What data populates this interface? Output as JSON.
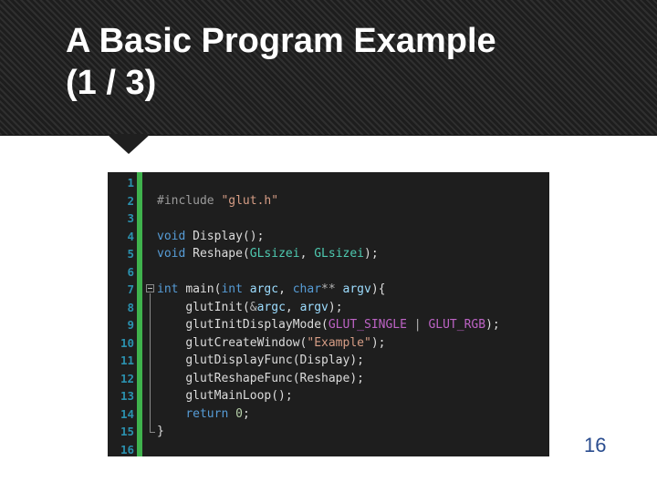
{
  "slide": {
    "title_lines": [
      "A Basic Program Example",
      "(1 / 3)"
    ],
    "page_number": "16"
  },
  "colors": {
    "header_bg": "#222222",
    "code_bg": "#1e1e1e",
    "change_bar": "#3fb24d",
    "line_numbers": "#2b91af",
    "page_number": "#2a4d8f"
  },
  "code": {
    "language": "C",
    "line_numbers": [
      "1",
      "2",
      "3",
      "4",
      "5",
      "6",
      "7",
      "8",
      "9",
      "10",
      "11",
      "12",
      "13",
      "14",
      "15",
      "16"
    ],
    "lines": [
      [],
      [
        {
          "t": "pre",
          "v": "#include "
        },
        {
          "t": "str",
          "v": "\"glut.h\""
        }
      ],
      [],
      [
        {
          "t": "kw",
          "v": "void"
        },
        {
          "t": "pl",
          "v": " "
        },
        {
          "t": "fn",
          "v": "Display"
        },
        {
          "t": "pl",
          "v": "();"
        }
      ],
      [
        {
          "t": "kw",
          "v": "void"
        },
        {
          "t": "pl",
          "v": " "
        },
        {
          "t": "fn",
          "v": "Reshape"
        },
        {
          "t": "pl",
          "v": "("
        },
        {
          "t": "type",
          "v": "GLsizei"
        },
        {
          "t": "pl",
          "v": ", "
        },
        {
          "t": "type",
          "v": "GLsizei"
        },
        {
          "t": "pl",
          "v": ");"
        }
      ],
      [],
      [
        {
          "t": "kw",
          "v": "int"
        },
        {
          "t": "pl",
          "v": " "
        },
        {
          "t": "fn",
          "v": "main"
        },
        {
          "t": "pl",
          "v": "("
        },
        {
          "t": "kw",
          "v": "int"
        },
        {
          "t": "pl",
          "v": " "
        },
        {
          "t": "par",
          "v": "argc"
        },
        {
          "t": "pl",
          "v": ", "
        },
        {
          "t": "kw",
          "v": "char"
        },
        {
          "t": "op",
          "v": "**"
        },
        {
          "t": "pl",
          "v": " "
        },
        {
          "t": "par",
          "v": "argv"
        },
        {
          "t": "pl",
          "v": "){"
        }
      ],
      [
        {
          "t": "pl",
          "v": "    "
        },
        {
          "t": "fn",
          "v": "glutInit"
        },
        {
          "t": "pl",
          "v": "("
        },
        {
          "t": "op",
          "v": "&"
        },
        {
          "t": "par",
          "v": "argc"
        },
        {
          "t": "pl",
          "v": ", "
        },
        {
          "t": "par",
          "v": "argv"
        },
        {
          "t": "pl",
          "v": ");"
        }
      ],
      [
        {
          "t": "pl",
          "v": "    "
        },
        {
          "t": "fn",
          "v": "glutInitDisplayMode"
        },
        {
          "t": "pl",
          "v": "("
        },
        {
          "t": "mac",
          "v": "GLUT_SINGLE"
        },
        {
          "t": "pl",
          "v": " "
        },
        {
          "t": "op",
          "v": "|"
        },
        {
          "t": "pl",
          "v": " "
        },
        {
          "t": "mac",
          "v": "GLUT_RGB"
        },
        {
          "t": "pl",
          "v": ");"
        }
      ],
      [
        {
          "t": "pl",
          "v": "    "
        },
        {
          "t": "fn",
          "v": "glutCreateWindow"
        },
        {
          "t": "pl",
          "v": "("
        },
        {
          "t": "str",
          "v": "\"Example\""
        },
        {
          "t": "pl",
          "v": ");"
        }
      ],
      [
        {
          "t": "pl",
          "v": "    "
        },
        {
          "t": "fn",
          "v": "glutDisplayFunc"
        },
        {
          "t": "pl",
          "v": "("
        },
        {
          "t": "fn",
          "v": "Display"
        },
        {
          "t": "pl",
          "v": ");"
        }
      ],
      [
        {
          "t": "pl",
          "v": "    "
        },
        {
          "t": "fn",
          "v": "glutReshapeFunc"
        },
        {
          "t": "pl",
          "v": "("
        },
        {
          "t": "fn",
          "v": "Reshape"
        },
        {
          "t": "pl",
          "v": ");"
        }
      ],
      [
        {
          "t": "pl",
          "v": "    "
        },
        {
          "t": "fn",
          "v": "glutMainLoop"
        },
        {
          "t": "pl",
          "v": "();"
        }
      ],
      [
        {
          "t": "pl",
          "v": "    "
        },
        {
          "t": "kw",
          "v": "return"
        },
        {
          "t": "pl",
          "v": " "
        },
        {
          "t": "num",
          "v": "0"
        },
        {
          "t": "pl",
          "v": ";"
        }
      ],
      [
        {
          "t": "pl",
          "v": "}"
        }
      ],
      []
    ]
  }
}
